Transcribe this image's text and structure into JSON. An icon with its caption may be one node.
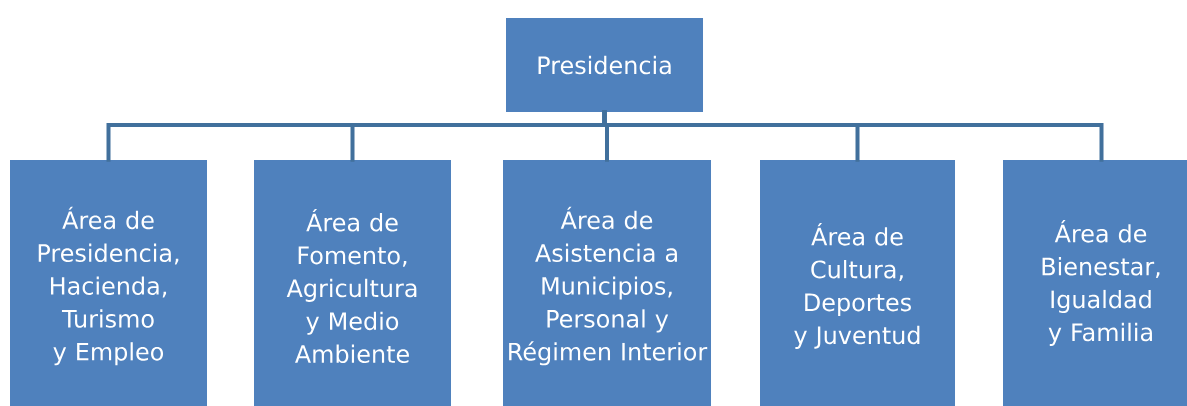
{
  "diagram": {
    "nodes": [
      {
        "text": [
          "Presidencia"
        ]
      },
      {
        "text": [
          "Área de Presidencia, Hacienda, Turismo y Empleo"
        ]
      },
      {
        "text": [
          "Área de Fomento, Agricultura y Medio Ambiente"
        ]
      },
      {
        "text": [
          "Área de Asistencia a Municipios, Personal y Régimen Interior"
        ]
      },
      {
        "text": [
          "Área de Cultura, Deportes y Juventud"
        ]
      },
      {
        "text": [
          "Área de Bienestar, Igualdad y Familia"
        ]
      }
    ],
    "edges": [
      {
        "from": 0,
        "to": 1,
        "arrow": "none"
      },
      {
        "from": 0,
        "to": 2,
        "arrow": "none"
      },
      {
        "from": 0,
        "to": 3,
        "arrow": "none"
      },
      {
        "from": 0,
        "to": 4,
        "arrow": "none"
      },
      {
        "from": 0,
        "to": 5,
        "arrow": "none"
      }
    ]
  }
}
